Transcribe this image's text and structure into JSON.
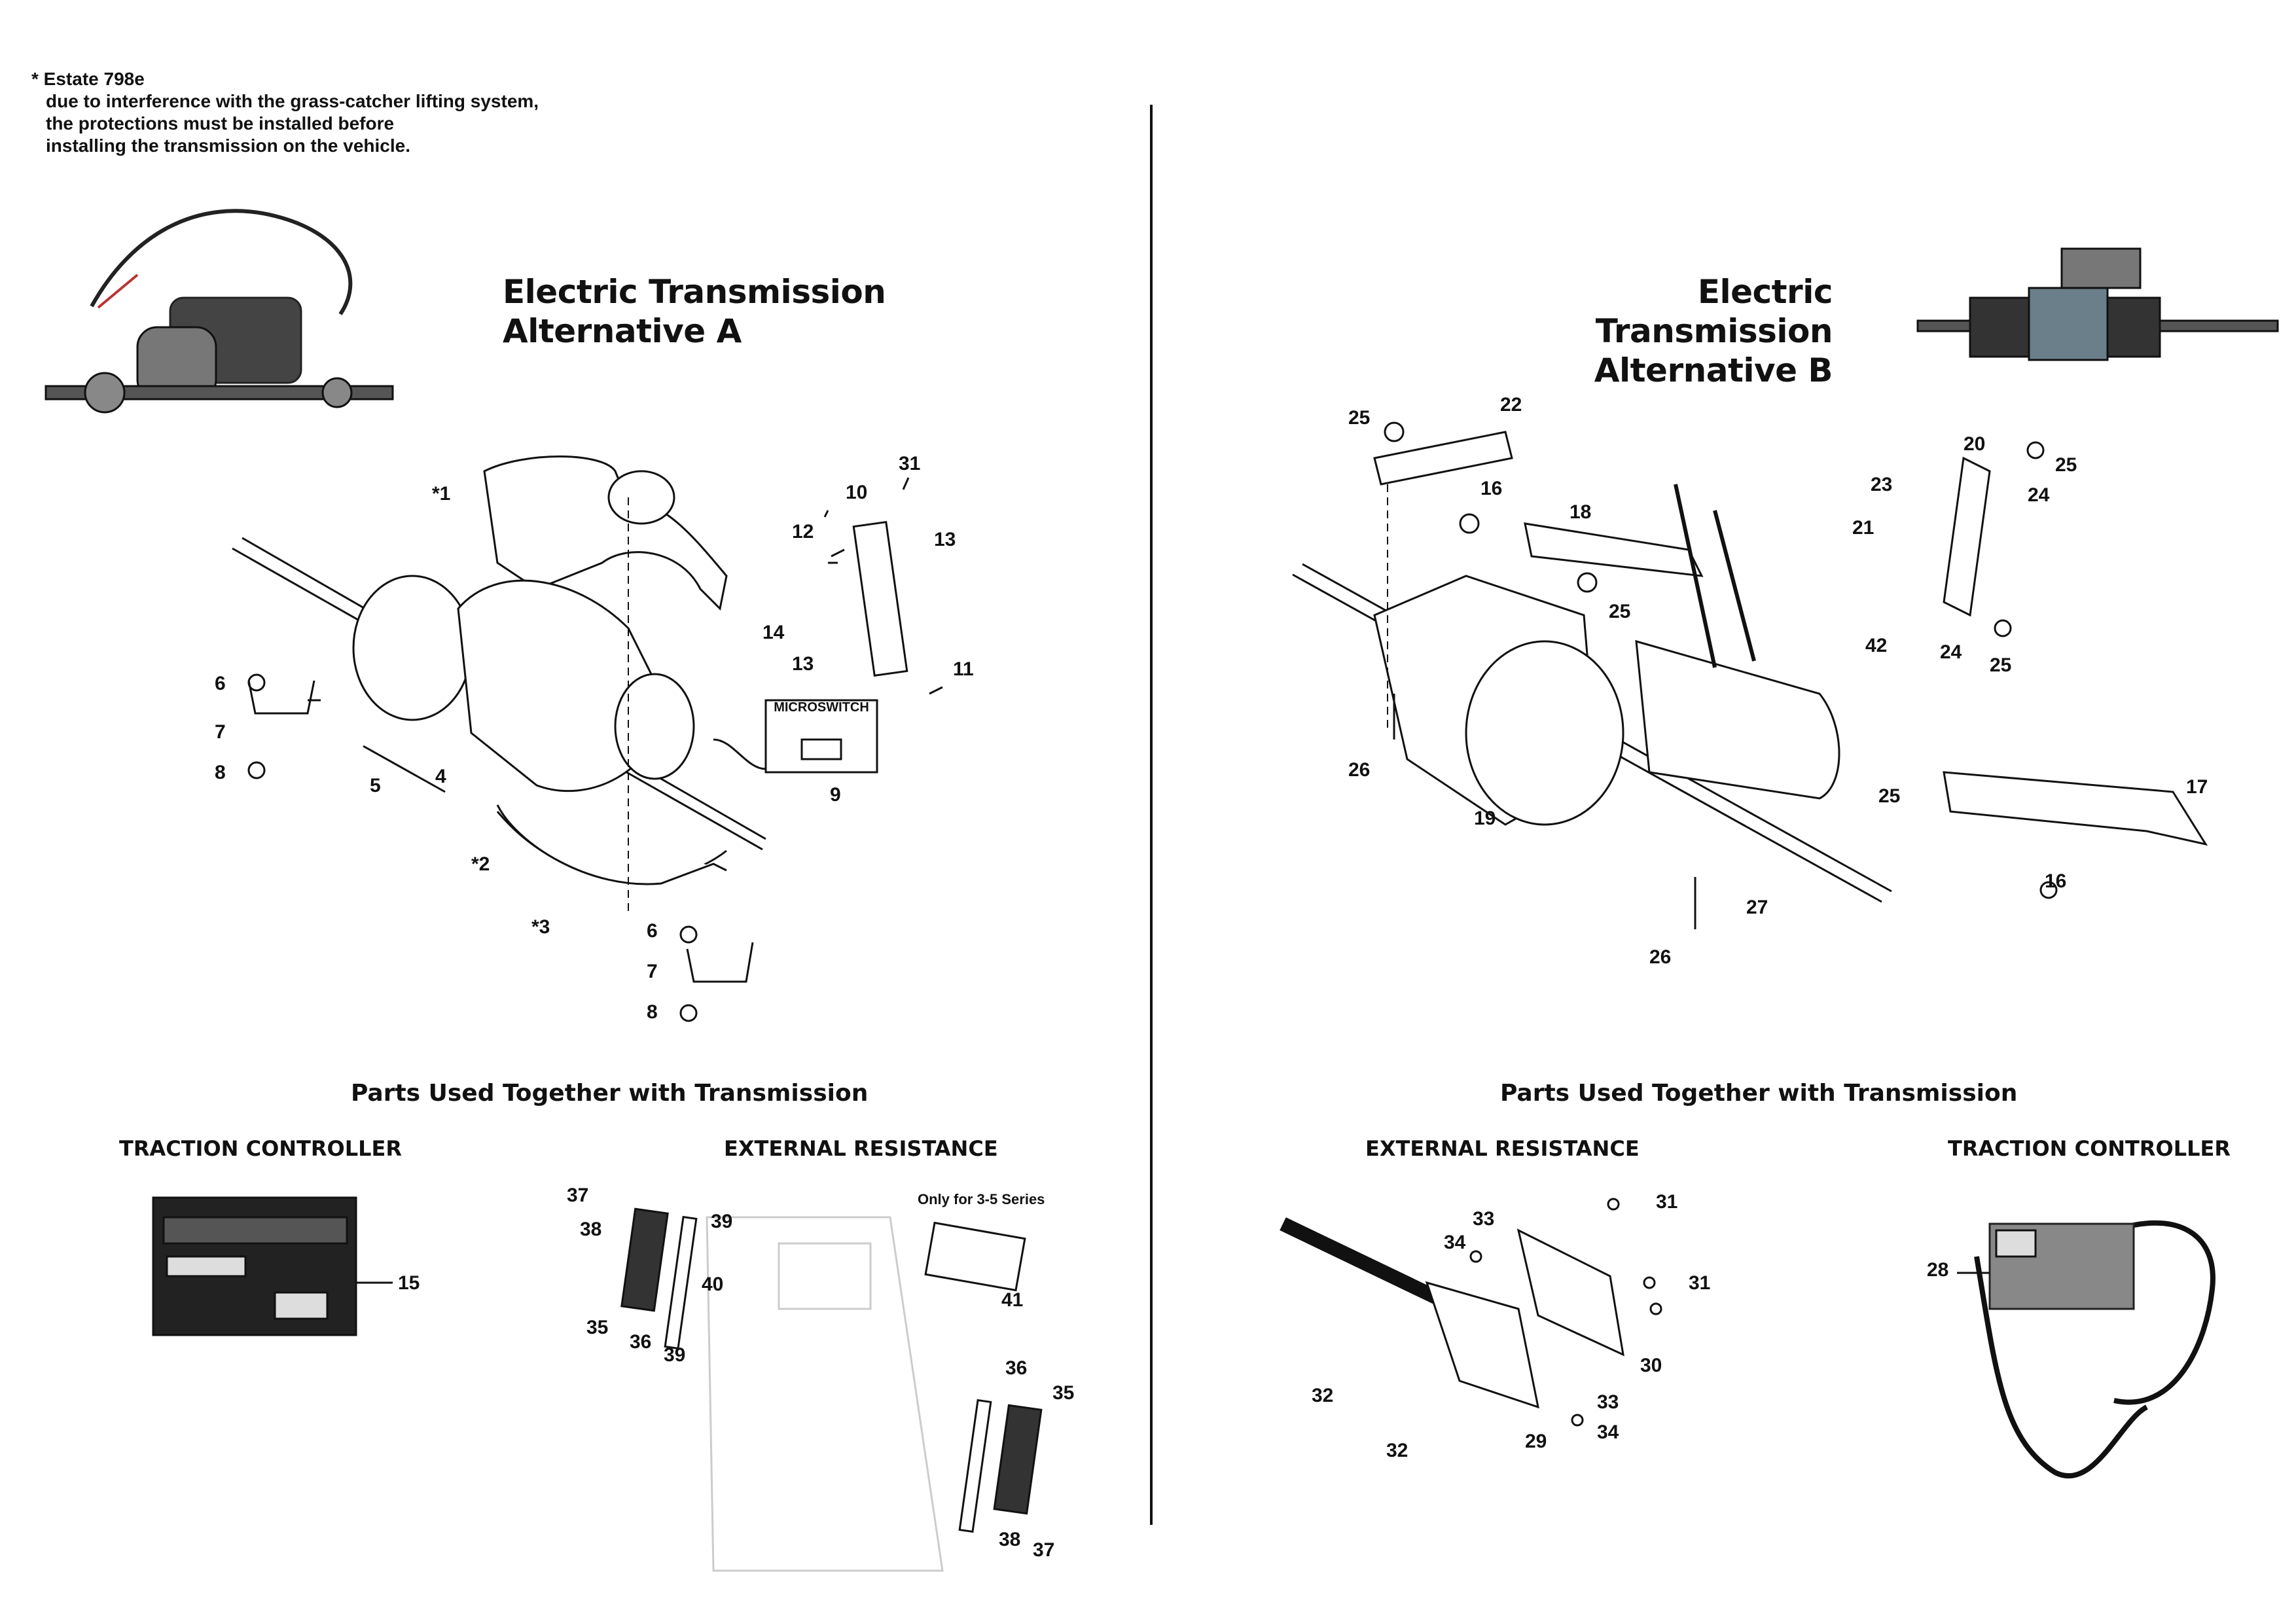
{
  "note": {
    "line1": "* Estate 798e",
    "line2": "due to interference with the grass-catcher lifting system,",
    "line3": "the protections must be installed before",
    "line4": "installing the transmission on the vehicle."
  },
  "alt_a": {
    "title1": "Electric Transmission",
    "title2": "Alternative A",
    "microswitch_label": "MICROSWITCH",
    "callouts": [
      "*1",
      "10",
      "31",
      "12",
      "13",
      "14",
      "13",
      "11",
      "6",
      "7",
      "8",
      "5",
      "4",
      "9",
      "*2",
      "*3",
      "6",
      "7",
      "8"
    ]
  },
  "alt_b": {
    "title1": "Electric Transmission",
    "title2": "Alternative B",
    "callouts": [
      "25",
      "22",
      "16",
      "18",
      "20",
      "25",
      "23",
      "24",
      "21",
      "25",
      "42",
      "24",
      "25",
      "26",
      "19",
      "25",
      "17",
      "27",
      "26",
      "16"
    ]
  },
  "left_parts": {
    "heading": "Parts Used Together with Transmission",
    "traction_title": "TRACTION CONTROLLER",
    "resistance_title": "EXTERNAL RESISTANCE",
    "only_note": "Only for 3-5 Series",
    "callouts": [
      "15",
      "37",
      "38",
      "39",
      "40",
      "35",
      "36",
      "39",
      "41",
      "36",
      "35",
      "38",
      "37"
    ]
  },
  "right_parts": {
    "heading": "Parts Used Together with Transmission",
    "resistance_title": "EXTERNAL RESISTANCE",
    "traction_title": "TRACTION CONTROLLER",
    "callouts": [
      "33",
      "34",
      "31",
      "31",
      "30",
      "32",
      "32",
      "29",
      "33",
      "34",
      "28"
    ]
  }
}
